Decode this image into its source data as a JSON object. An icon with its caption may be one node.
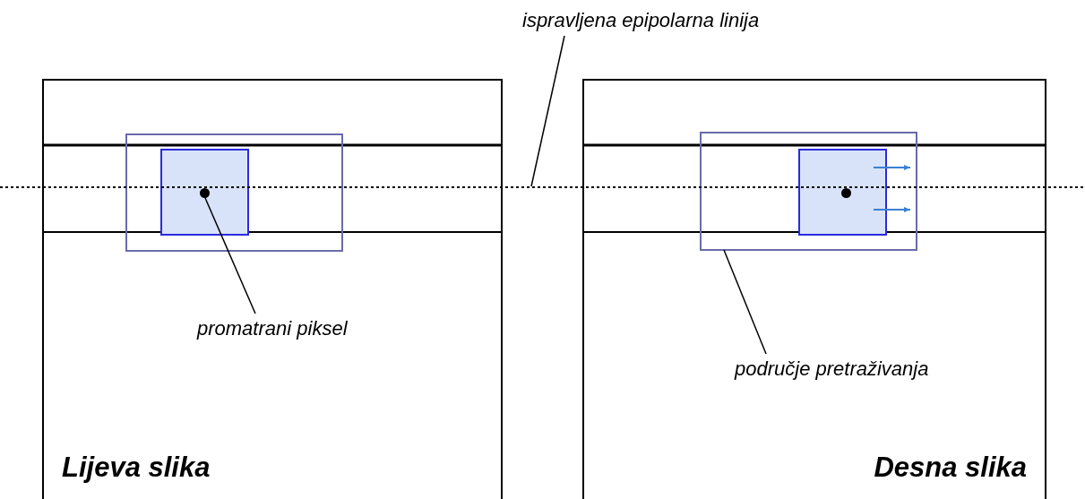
{
  "diagram": {
    "nodes": [
      {
        "text": [
          "Lijeva slika"
        ]
      },
      {
        "text": [
          "Desna slika"
        ]
      },
      {
        "text": [],
        "shape": "box",
        "in": 0
      },
      {
        "text": [],
        "shape": "box",
        "in": 2
      },
      {
        "text": [],
        "shape": "circle",
        "in": 3
      },
      {
        "text": [],
        "shape": "box",
        "in": 1
      },
      {
        "text": [],
        "shape": "box",
        "in": 5
      },
      {
        "text": [],
        "shape": "circle",
        "in": 6
      },
      {
        "text": [
          "promatrani piksel"
        ],
        "in": 0
      },
      {
        "text": [
          "područje pretraživanja"
        ],
        "in": 1
      },
      {
        "text": [
          "ispravljena epipolarna linija"
        ]
      },
      {
        "text": [],
        "shape": "line"
      }
    ],
    "edges": [
      {
        "from": 8,
        "to": 4,
        "arrow": "none"
      },
      {
        "from": 9,
        "to": 5,
        "arrow": "none"
      },
      {
        "from": 10,
        "to": 11,
        "arrow": "none"
      }
    ]
  }
}
